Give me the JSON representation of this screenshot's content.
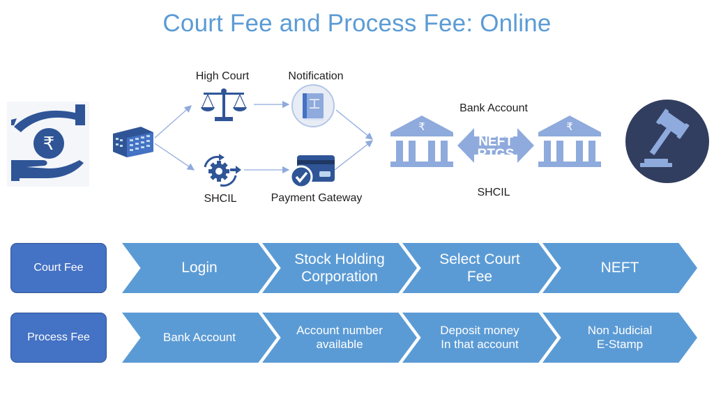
{
  "title": "Court Fee and Process Fee: Online",
  "diagram": {
    "high_court_label": "High Court",
    "notification_label": "Notification",
    "shcil_label": "SHCIL",
    "payment_gateway_label": "Payment Gateway",
    "bank_account_label": "Bank Account",
    "shcil_bank_label": "SHCIL",
    "neft_text": "NEFT",
    "rtgs_text": "RTGS",
    "rupee_symbol": "₹"
  },
  "rows": [
    {
      "label": "Court Fee",
      "steps": [
        "Login",
        "Stock Holding\nCorporation",
        "Select Court\nFee",
        "NEFT"
      ]
    },
    {
      "label": "Process Fee",
      "steps": [
        "Bank Account",
        "Account number\navailable",
        "Deposit money\nIn that account",
        "Non Judicial\nE-Stamp"
      ]
    }
  ],
  "colors": {
    "title": "#5b9bd5",
    "icon_navy": "#2f5597",
    "chevron": "#5b9bd5",
    "row_label": "#4472c4",
    "bank_icon": "#8faadc",
    "gavel_circle": "#323e5f"
  }
}
